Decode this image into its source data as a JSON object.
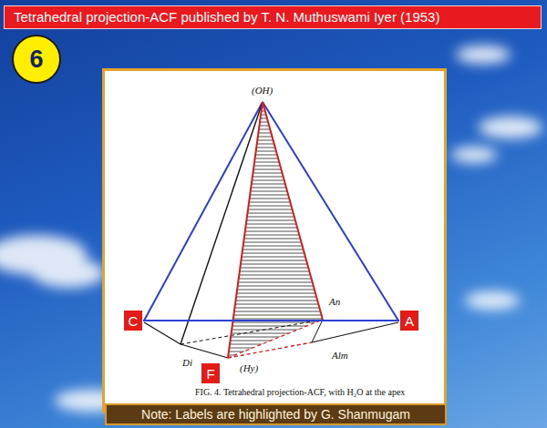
{
  "diagram": {
    "title": "Tetrahedral projection-ACF published by T. N. Muthuswami Iyer (1953)",
    "caption": "FIG. 4. Tetrahedral projection-ACF, with H₂O at the apex",
    "nodes": [
      {
        "text": [
          "6"
        ]
      },
      {
        "text": [
          "C"
        ]
      },
      {
        "text": [
          "A"
        ]
      },
      {
        "text": [
          "F"
        ]
      },
      {
        "text": [
          "Note: Labels are highlighted by G. Shanmugam"
        ]
      }
    ],
    "edges": [
      {
        "from": 1,
        "to": 2,
        "arrow": "none"
      }
    ],
    "labels": [
      "(OH)",
      "An",
      "Di",
      "(Hy)",
      "Alm"
    ]
  }
}
